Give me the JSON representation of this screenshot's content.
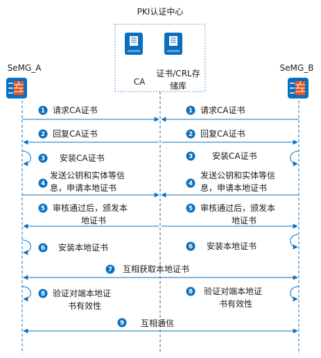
{
  "pki_center": {
    "title": "PKI认证中心",
    "ca_label": "CA",
    "repo_label_1": "证书/CRL存",
    "repo_label_2": "储库"
  },
  "endpoints": {
    "left": "SeMG_A",
    "right": "SeMG_B"
  },
  "steps": {
    "s1": {
      "num": "1",
      "left": "请求CA证书",
      "right": "请求CA证书"
    },
    "s2": {
      "num": "2",
      "left": "回复CA证书",
      "right": "回复CA证书"
    },
    "s3": {
      "num": "3",
      "left": "安装CA证书",
      "right": "安装CA证书"
    },
    "s4": {
      "num": "4",
      "left_1": "发送公钥和实体等信",
      "left_2": "息，申请本地证书",
      "right_1": "发送公钥和实体等信",
      "right_2": "息，申请本地证书"
    },
    "s5": {
      "num": "5",
      "left_1": "审核通过后，颁发本",
      "left_2": "地证书",
      "right_1": "审核通过后，颁发本",
      "right_2": "地证书"
    },
    "s6": {
      "num": "6",
      "left": "安装本地证书",
      "right": "安装本地证书"
    },
    "s7": {
      "num": "7",
      "center": "互相获取本地证书"
    },
    "s8": {
      "num": "8",
      "left_1": "验证对端本地证",
      "left_2": "书有效性",
      "right_1": "验证对端本地证",
      "right_2": "书有效性"
    },
    "s9": {
      "num": "9",
      "center": "互相通信"
    }
  },
  "colors": {
    "accent": "#0a6fbf",
    "box_border": "#5b9bd5",
    "firewall": "#e8551f"
  }
}
